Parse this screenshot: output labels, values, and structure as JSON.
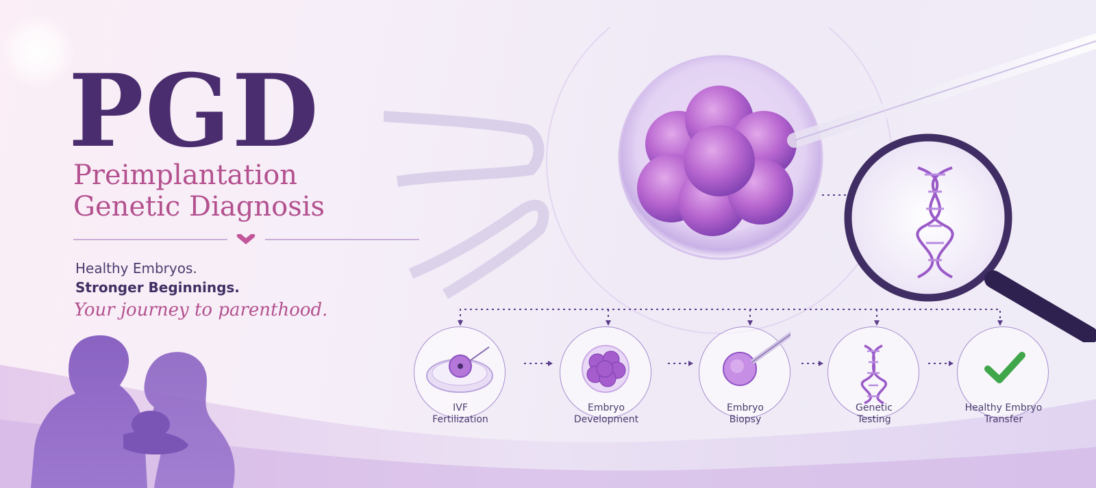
{
  "header": {
    "title": "PGD",
    "subtitle_line1": "Preimplantation",
    "subtitle_line2": "Genetic Diagnosis"
  },
  "tagline": {
    "line1": "Healthy Embryos.",
    "line2": "Stronger Beginnings.",
    "script": "Your journey to parenthood."
  },
  "steps": [
    {
      "line1": "IVF",
      "line2": "Fertilization",
      "icon": "petri-dish-icon"
    },
    {
      "line1": "Embryo",
      "line2": "Development",
      "icon": "embryo-cluster-icon"
    },
    {
      "line1": "Embryo",
      "line2": "Biopsy",
      "icon": "biopsy-pipette-icon"
    },
    {
      "line1": "Genetic",
      "line2": "Testing",
      "icon": "dna-icon"
    },
    {
      "line1": "Healthy Embryo",
      "line2": "Transfer",
      "icon": "checkmark-icon"
    }
  ],
  "colors": {
    "title": "#4a2d6e",
    "subtitle": "#b3518f",
    "accent": "#8a5cc4",
    "check": "#3fa64a"
  }
}
